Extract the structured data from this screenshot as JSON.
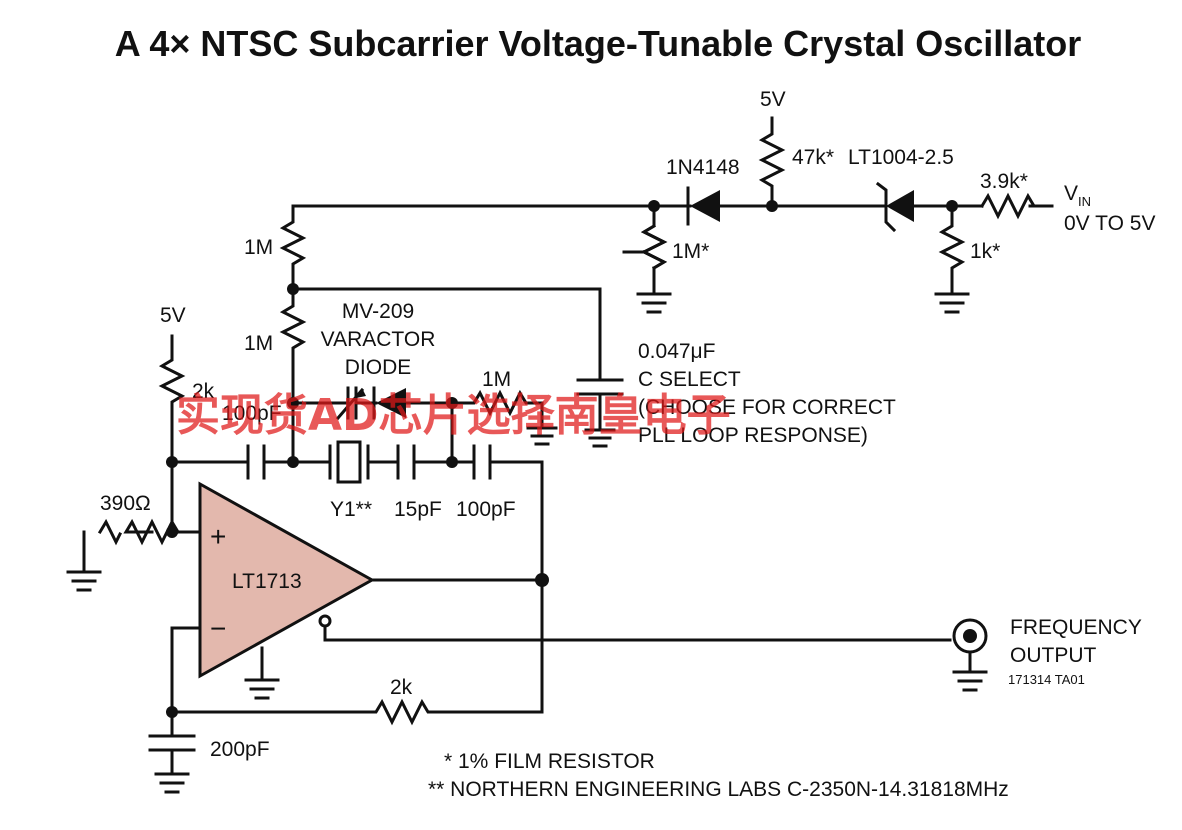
{
  "title": "A 4× NTSC Subcarrier Voltage-Tunable Crystal Oscillator",
  "labels": {
    "supply_top": "5V",
    "r47k": "47k*",
    "diode_1n4148": "1N4148",
    "ref_lt1004": "LT1004-2.5",
    "r3_9k": "3.9k*",
    "vin": "V",
    "vin_sub": "IN",
    "vin_range": "0V TO 5V",
    "r1m_star": "1M*",
    "r1k": "1k*",
    "r1m_a": "1M",
    "r1m_b": "1M",
    "varactor_line1": "MV-209",
    "varactor_line2": "VARACTOR",
    "varactor_line3": "DIODE",
    "cap_047": "0.047μF",
    "csel_line1": "C SELECT",
    "csel_line2": "(CHOOSE FOR CORRECT",
    "csel_line3": "PLL LOOP RESPONSE)",
    "r1m_c": "1M",
    "supply_left": "5V",
    "r2k_top": "2k",
    "c100pf_left": "100pF",
    "crystal": "Y1**",
    "c15pf": "15pF",
    "c100pf_right": "100pF",
    "r390": "390Ω",
    "opamp": "LT1713",
    "opamp_plus": "+",
    "opamp_minus": "−",
    "freq_line1": "FREQUENCY",
    "freq_line2": "OUTPUT",
    "fig_code": "171314 TA01",
    "r2k_bottom": "2k",
    "c200pf": "200pF",
    "note1": "* 1% FILM RESISTOR",
    "note2": "** NORTHERN ENGINEERING LABS C-2350N-14.31818MHz"
  },
  "watermark": "实现货AD芯片选择南皇电子",
  "colors": {
    "ink": "#111111",
    "opamp_fill": "#e3b8ad",
    "watermark": "#e01818"
  }
}
